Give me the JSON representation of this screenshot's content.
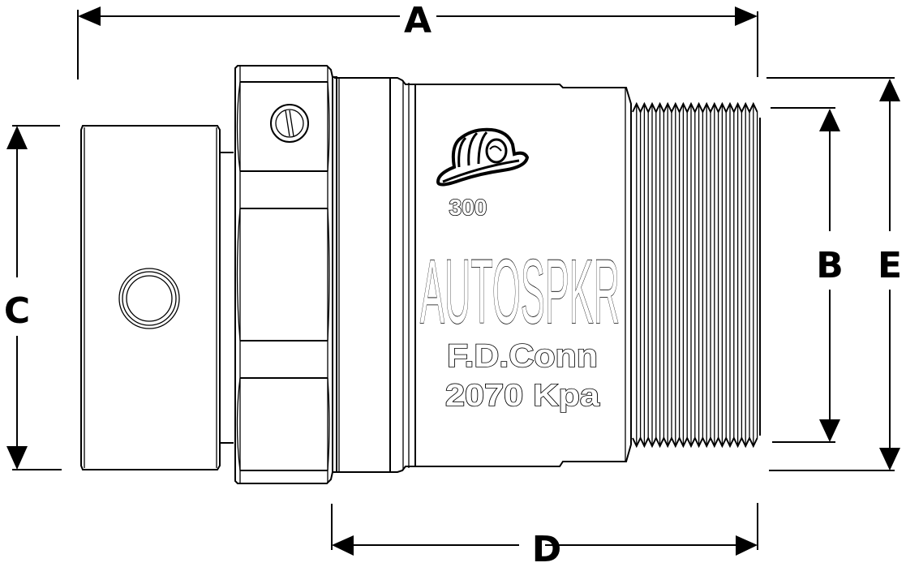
{
  "diagram": {
    "type": "dimensioned technical drawing",
    "subject": "fire department connection swivel fitting",
    "dimension_labels": {
      "A": "A",
      "B": "B",
      "C": "C",
      "D": "D",
      "E": "E"
    },
    "markings": {
      "rating": "300",
      "brand": "AUTOSPKR",
      "connection": "F.D.Conn",
      "pressure": "2070 Kpa"
    },
    "icons": {
      "logo": "firefighter-helmet-icon",
      "screw": "slotted-screw-icon",
      "port": "circular-port-icon"
    },
    "colors": {
      "line": "#000000",
      "background": "#ffffff"
    }
  }
}
